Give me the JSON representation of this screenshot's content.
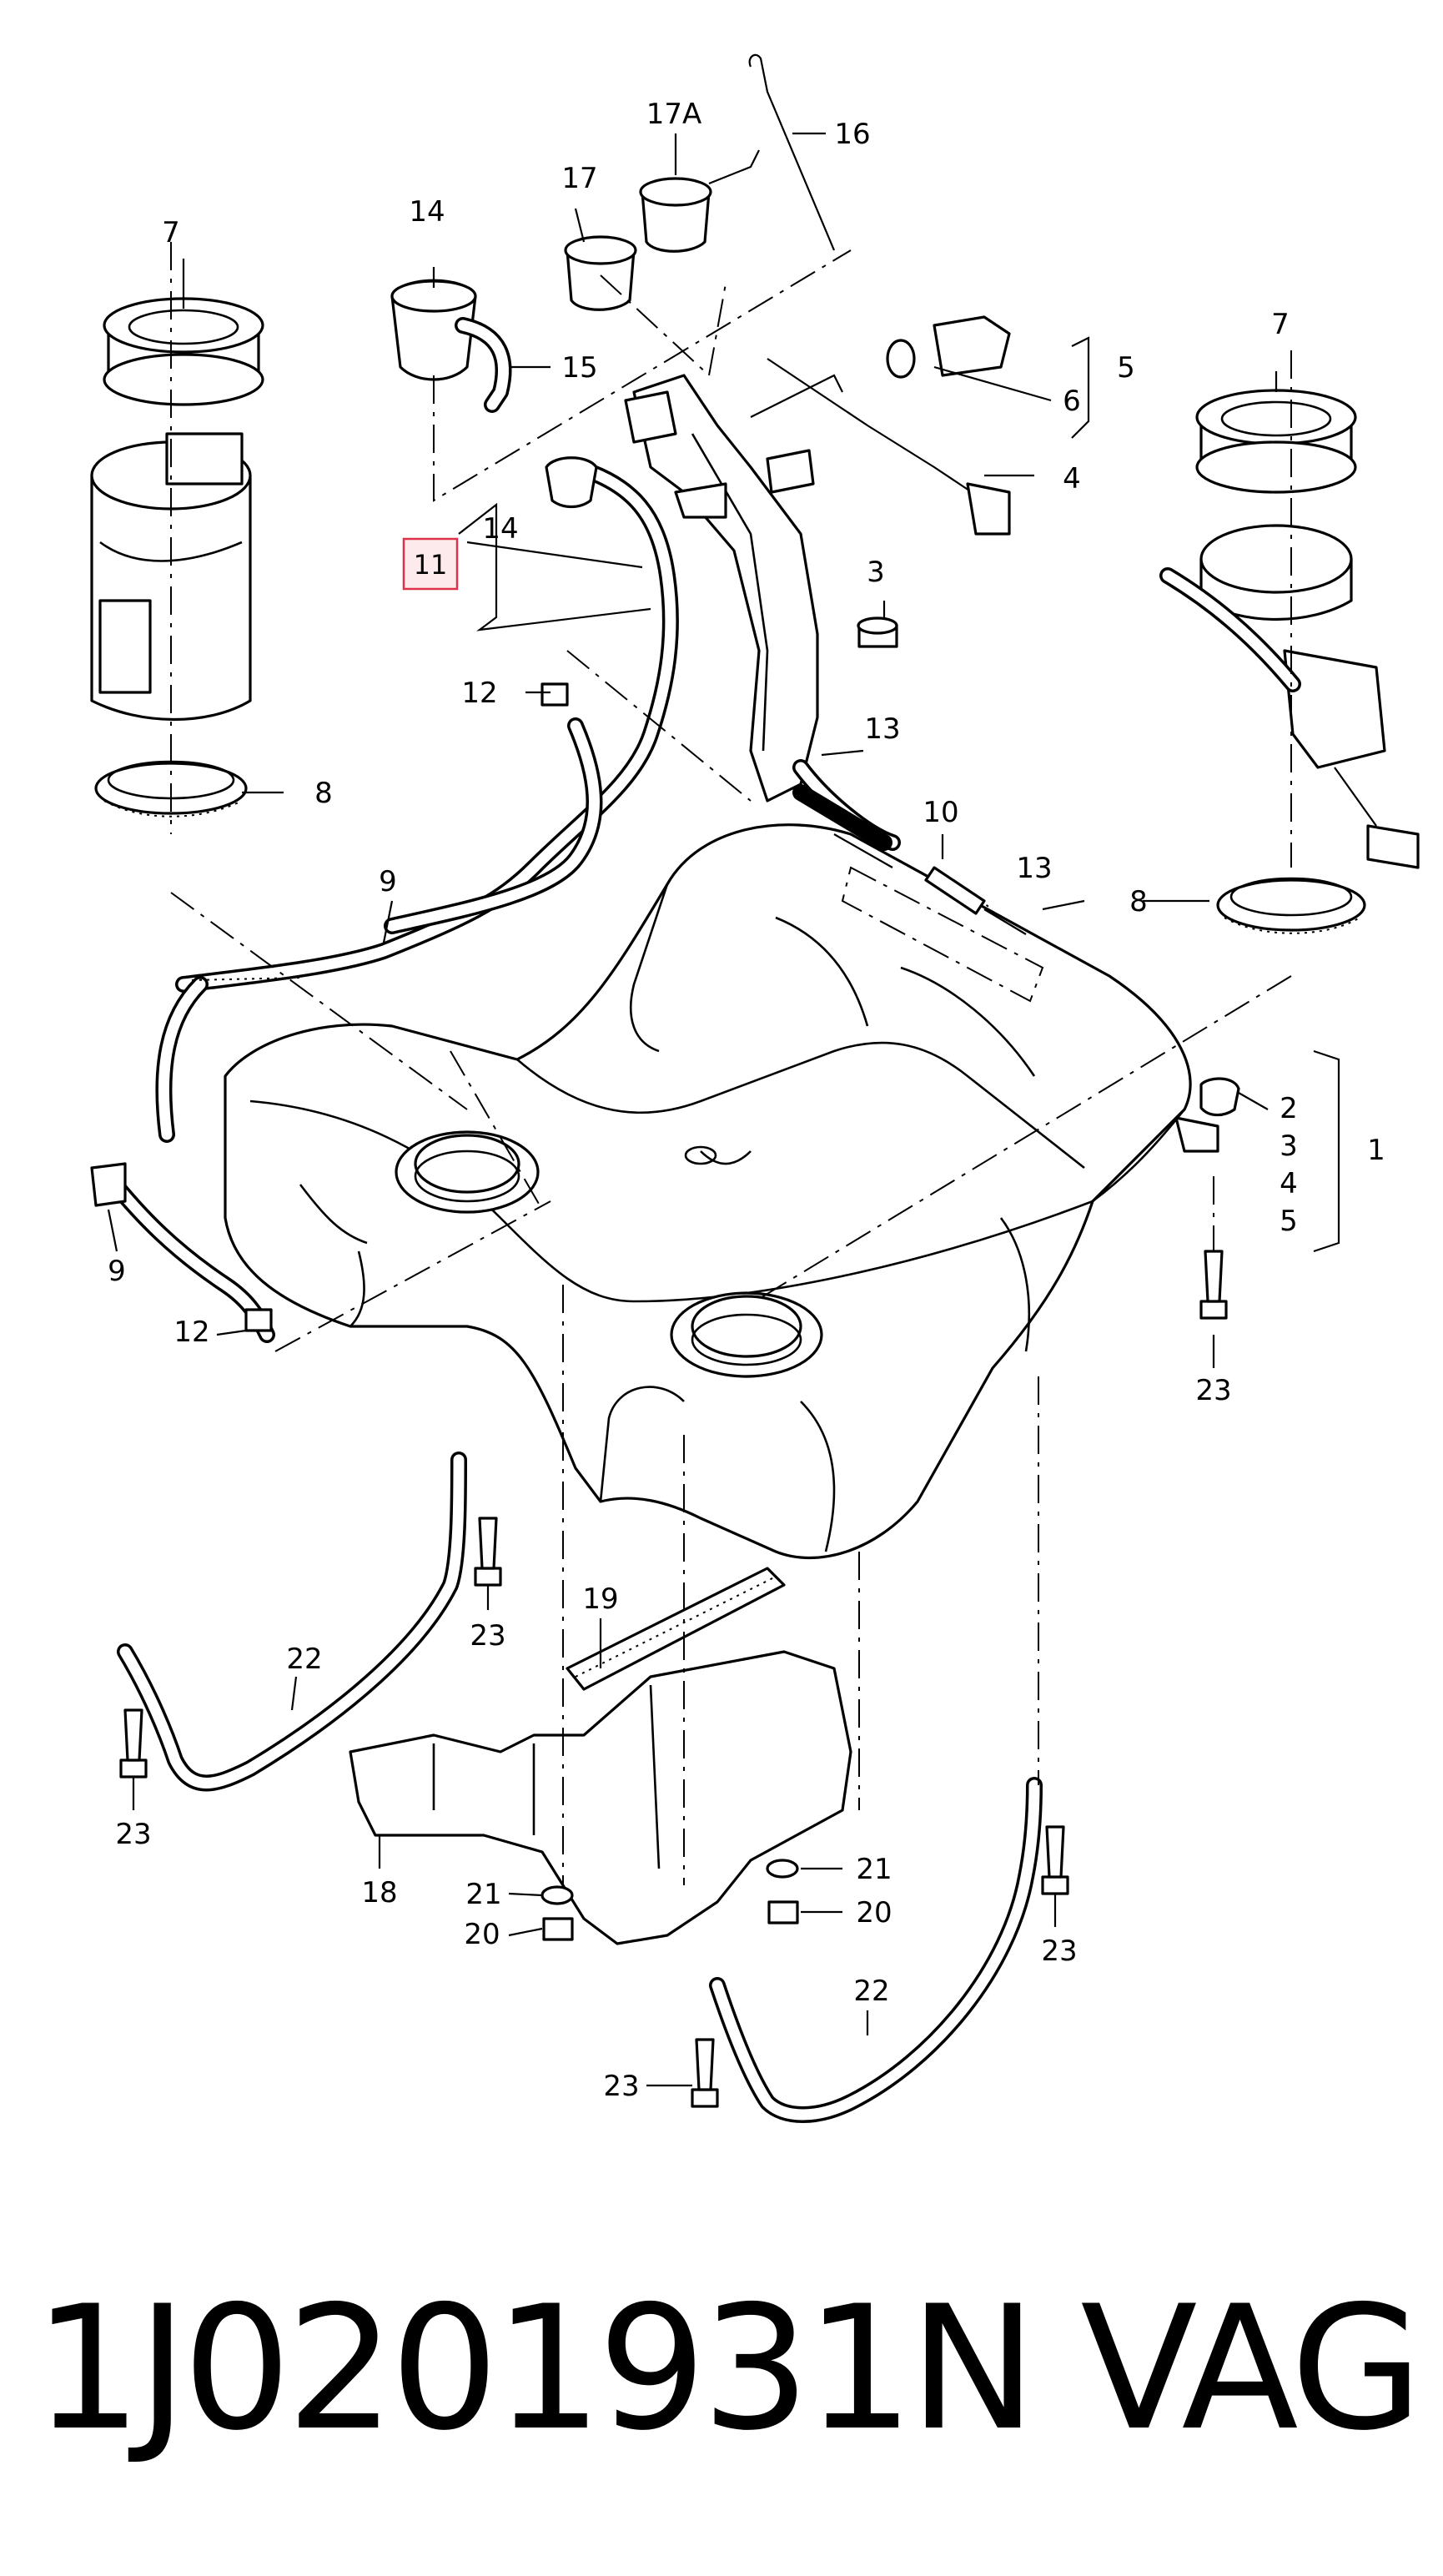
{
  "labels": {
    "l1": "1",
    "l2": "2",
    "l3a": "3",
    "l3b": "3",
    "l4a": "4",
    "l4b": "4",
    "l5a": "5",
    "l5b": "5",
    "l6": "6",
    "l7a": "7",
    "l7b": "7",
    "l8a": "8",
    "l8b": "8",
    "l9a": "9",
    "l9b": "9",
    "l10": "10",
    "l11": "11",
    "l12a": "12",
    "l12b": "12",
    "l13a": "13",
    "l13b": "13",
    "l14a": "14",
    "l14b": "14",
    "l15": "15",
    "l16": "16",
    "l17": "17",
    "l17A": "17A",
    "l18": "18",
    "l19": "19",
    "l20a": "20",
    "l20b": "20",
    "l21a": "21",
    "l21b": "21",
    "l22a": "22",
    "l22b": "22",
    "l23a": "23",
    "l23b": "23",
    "l23c": "23",
    "l23d": "23",
    "l23e": "23"
  },
  "highlight_color": "#e0314b",
  "footer": {
    "part_number": "1J0201931N",
    "brand": "VAG"
  }
}
